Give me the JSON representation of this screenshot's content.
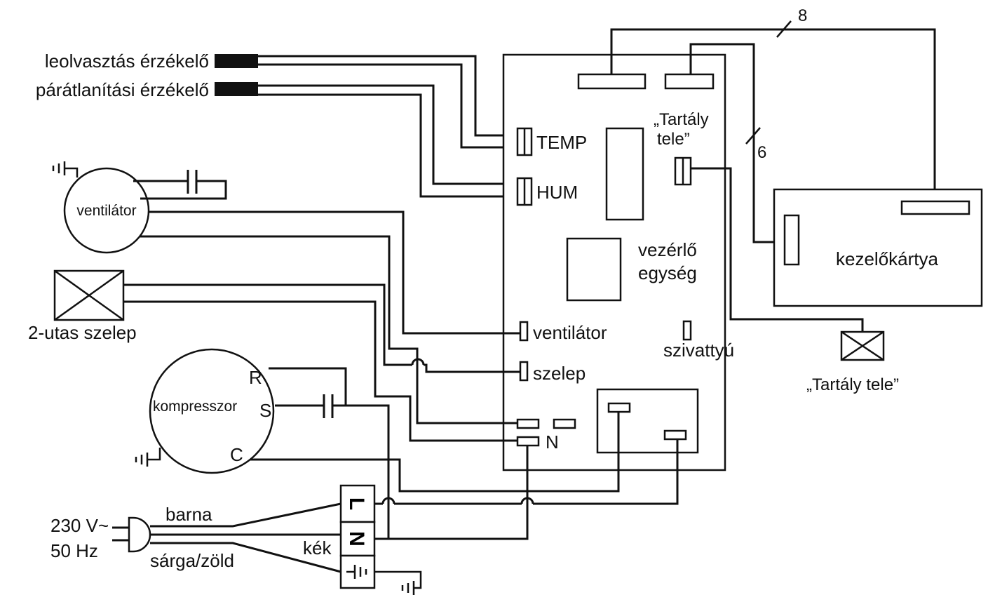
{
  "labels": {
    "defrost_sensor": "leolvasztás érzékelő",
    "dehum_sensor": "párátlanítási érzékelő",
    "temp": "TEMP",
    "hum": "HUM",
    "tank_full_line1": "„Tartály",
    "tank_full_line2": "tele”",
    "bus_8": "8",
    "bus_6": "6",
    "fan": "ventilátor",
    "fan_port": "ventilátor",
    "valve": "2-utas szelep",
    "valve_port": "szelep",
    "controller_line1": "vezérlő",
    "controller_line2": "egység",
    "pump": "szivattyú",
    "panel": "kezelőkártya",
    "tank_full_sw": "„Tartály tele”",
    "compressor": "kompresszor",
    "comp_r": "R",
    "comp_s": "S",
    "comp_c": "C",
    "neutral_port": "N",
    "voltage": "230 V~",
    "frequency": "50 Hz",
    "brown": "barna",
    "blue": "kék",
    "yellow_green": "sárga/zöld",
    "term_l": "L",
    "term_n": "N"
  }
}
